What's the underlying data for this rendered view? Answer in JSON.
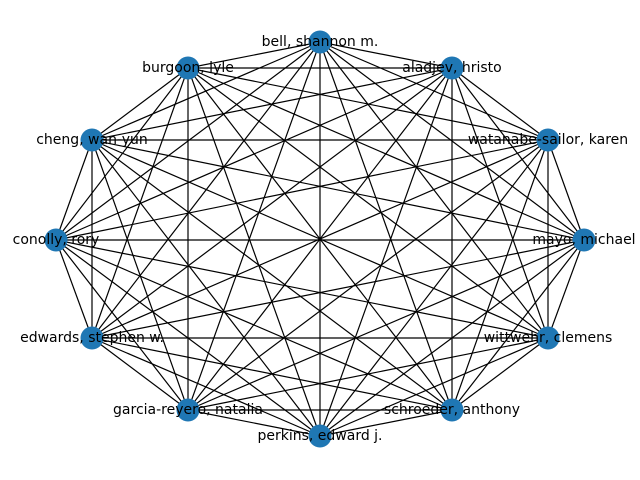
{
  "graph": {
    "type": "complete",
    "node_color": "#1f77b4",
    "edge_color": "#000000",
    "nodes": [
      {
        "id": "bell",
        "label": "bell, shannon m."
      },
      {
        "id": "aladjev",
        "label": "aladjev, hristo"
      },
      {
        "id": "watanabe",
        "label": "watanabe-sailor, karen"
      },
      {
        "id": "mayo",
        "label": "mayo, michael"
      },
      {
        "id": "wittwehr",
        "label": "wittwehr, clemens"
      },
      {
        "id": "schroeder",
        "label": "schroeder, anthony"
      },
      {
        "id": "perkins",
        "label": "perkins, edward j."
      },
      {
        "id": "garcia",
        "label": "garcia-reyero, natalia"
      },
      {
        "id": "edwards",
        "label": "edwards, stephen w."
      },
      {
        "id": "conolly",
        "label": "conolly, rory"
      },
      {
        "id": "cheng",
        "label": "cheng, wan-yun"
      },
      {
        "id": "burgoon",
        "label": "burgoon, lyle"
      }
    ]
  }
}
